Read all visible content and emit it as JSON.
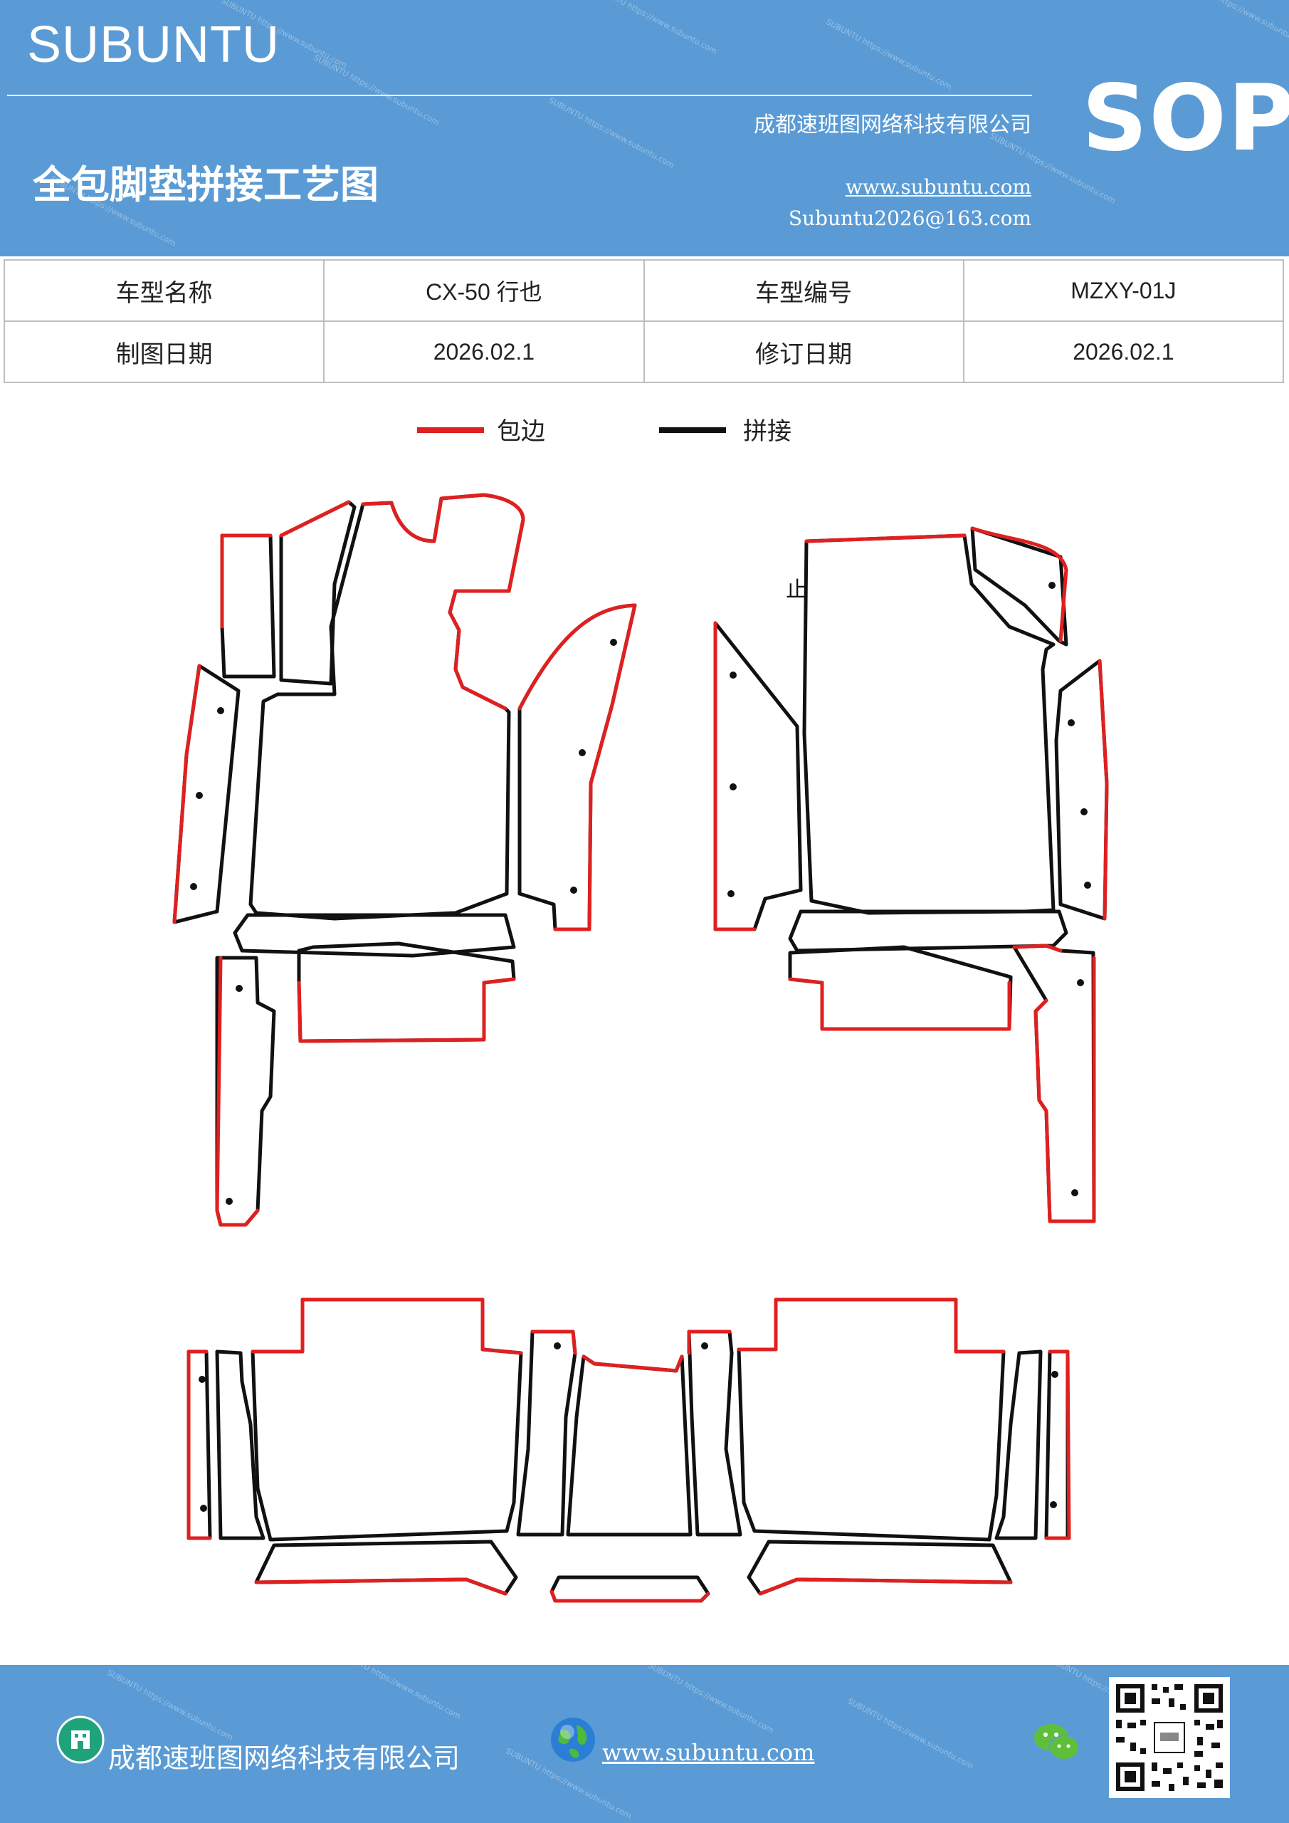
{
  "header": {
    "brand": "SUBUNTU",
    "badge": "SOP",
    "title": "全包脚垫拼接工艺图",
    "company": "成都速班图网络科技有限公司",
    "website": "www.subuntu.com",
    "email": "Subuntu2026@163.com",
    "watermark": "SUBUNTU https://www.subuntu.com"
  },
  "info_table": {
    "rows": [
      [
        "车型名称",
        "CX-50 行也",
        "车型编号",
        "MZXY-01J"
      ],
      [
        "制图日期",
        "2026.02.1",
        "修订日期",
        "2026.02.1"
      ]
    ]
  },
  "legend": {
    "items": [
      {
        "label": "包边",
        "color": "#e02020"
      },
      {
        "label": "拼接",
        "color": "#111111"
      }
    ]
  },
  "diagram": {
    "note": "止"
  },
  "footer": {
    "company": "成都速班图网络科技有限公司",
    "website": "www.subuntu.com ",
    "icons": [
      "building-icon",
      "globe-icon",
      "wechat-icon",
      "qr-code"
    ]
  },
  "colors": {
    "header_bg": "#5b9bd5",
    "edge_binding": "#e02020",
    "seam": "#111111"
  }
}
